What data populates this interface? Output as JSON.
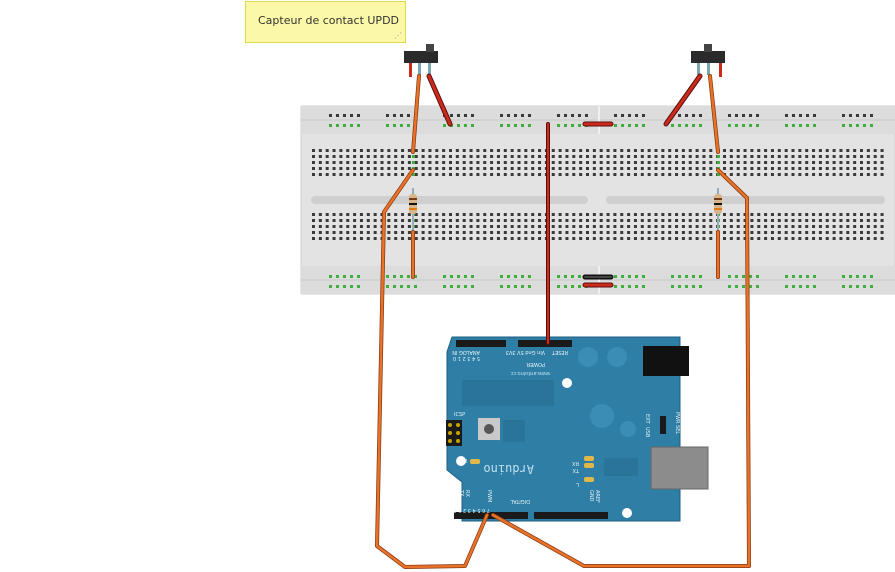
{
  "note": {
    "text": "Capteur de contact UPDD"
  },
  "arduino": {
    "logo_text": "Arduino",
    "url_text": "www.arduino.cc",
    "analog_label": "ANALOG IN",
    "analog_pins": "5 4 3 2 1 0",
    "power_label": "POWER",
    "power_pins": "Vin Gnd 5V 3V3",
    "reset_label": "RESET",
    "icsp_label": "ICSP",
    "pwr_label": "PWR",
    "pwr_sel_label": "PWR SEL",
    "ext_label": "EXT",
    "usb_label": "USB",
    "tx_label": "TX",
    "rx_label": "RX",
    "l_label": "L",
    "digital_label": "DIGITAL",
    "pwm_label": "PWM",
    "aref_label": "AREF",
    "gnd_label": "GND",
    "digital_pins": "7 6 5 4 3 2 1 0"
  },
  "colors": {
    "board_blue": "#2e7ea6",
    "breadboard": "#e4e4e4",
    "wire_orange": "#e8722a",
    "wire_red": "#cc2a1a",
    "wire_dark": "#5a1010",
    "note_bg": "#fbf8a8"
  },
  "components": {
    "switches": 2,
    "resistors": 2
  }
}
